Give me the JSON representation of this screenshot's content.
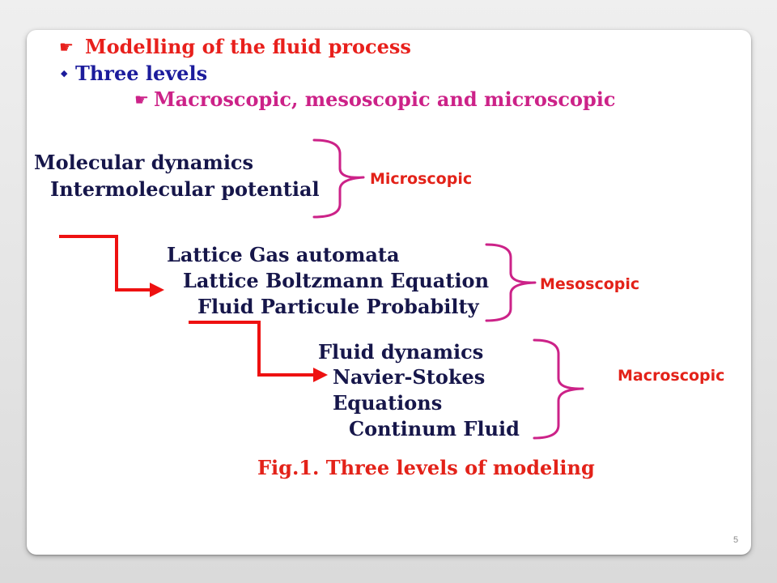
{
  "slide": {
    "heading_bullets": [
      {
        "icon": "pointing-hand-icon",
        "text": "Modelling of the fluid process",
        "color": "#e8201c"
      },
      {
        "icon": "diamond-icon",
        "text": "Three levels",
        "color": "#1c1c9c"
      },
      {
        "icon": "pointing-hand-icon",
        "text": "Macroscopic, mesoscopic and microscopic",
        "color": "#cc2288"
      }
    ],
    "levels": [
      {
        "name": "Microscopic",
        "lines": [
          "Molecular dynamics",
          "Intermolecular potential"
        ]
      },
      {
        "name": "Mesoscopic",
        "lines": [
          "Lattice Gas automata",
          "Lattice Boltzmann Equation",
          "Fluid Particule Probabilty"
        ]
      },
      {
        "name": "Macroscopic",
        "lines": [
          "Fluid dynamics",
          "Navier-Stokes",
          "Equations",
          "Continum Fluid"
        ]
      }
    ],
    "caption": "Fig.1. Three levels of modeling",
    "page_number": "5"
  },
  "colors": {
    "diagram_text": "#16164a",
    "level_label": "#e32219",
    "bracket": "#cc2288",
    "arrow": "#ee1111",
    "caption": "#e32219"
  }
}
